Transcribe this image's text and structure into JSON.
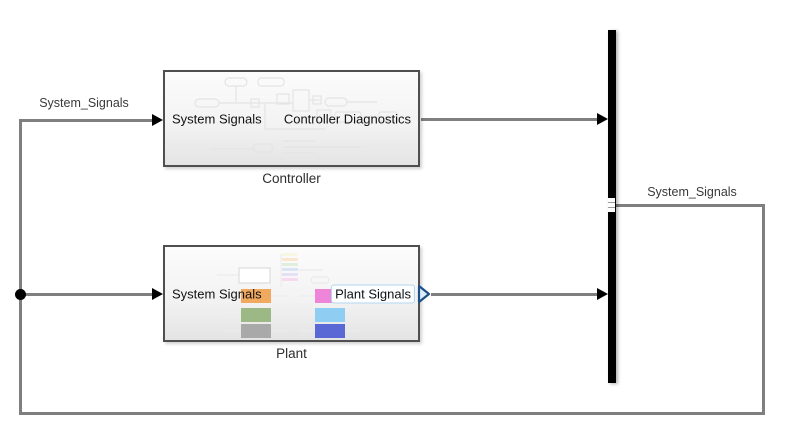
{
  "signal_labels": {
    "input": "System_Signals",
    "output": "System_Signals"
  },
  "blocks": {
    "controller": {
      "name": "Controller",
      "input_port": "System Signals",
      "output_port": "Controller Diagnostics"
    },
    "plant": {
      "name": "Plant",
      "input_port": "System Signals",
      "output_port": "Plant Signals"
    }
  },
  "icons": {
    "bus_bar": "bus-creator-bar",
    "branch_dot": "signal-branch-dot",
    "arrowhead": "signal-arrowhead",
    "port_chevron": "highlighted-output-port-chevron"
  },
  "colors": {
    "signal_line": "#7f7f7f",
    "arrowhead": "#000000",
    "bus_bar": "#000000",
    "block_border": "#4f4f4f",
    "highlight_border": "#b3d6ef",
    "chevron_stroke": "#1c4f86",
    "chevron_fill": "#dcedf9",
    "plant_thumbnail": {
      "orange": "#f0a95f",
      "green": "#9cb985",
      "gray": "#a9a9a9",
      "pink": "#ee85d9",
      "sky_blue": "#90cdf2",
      "royal_blue": "#5a68d5"
    }
  }
}
